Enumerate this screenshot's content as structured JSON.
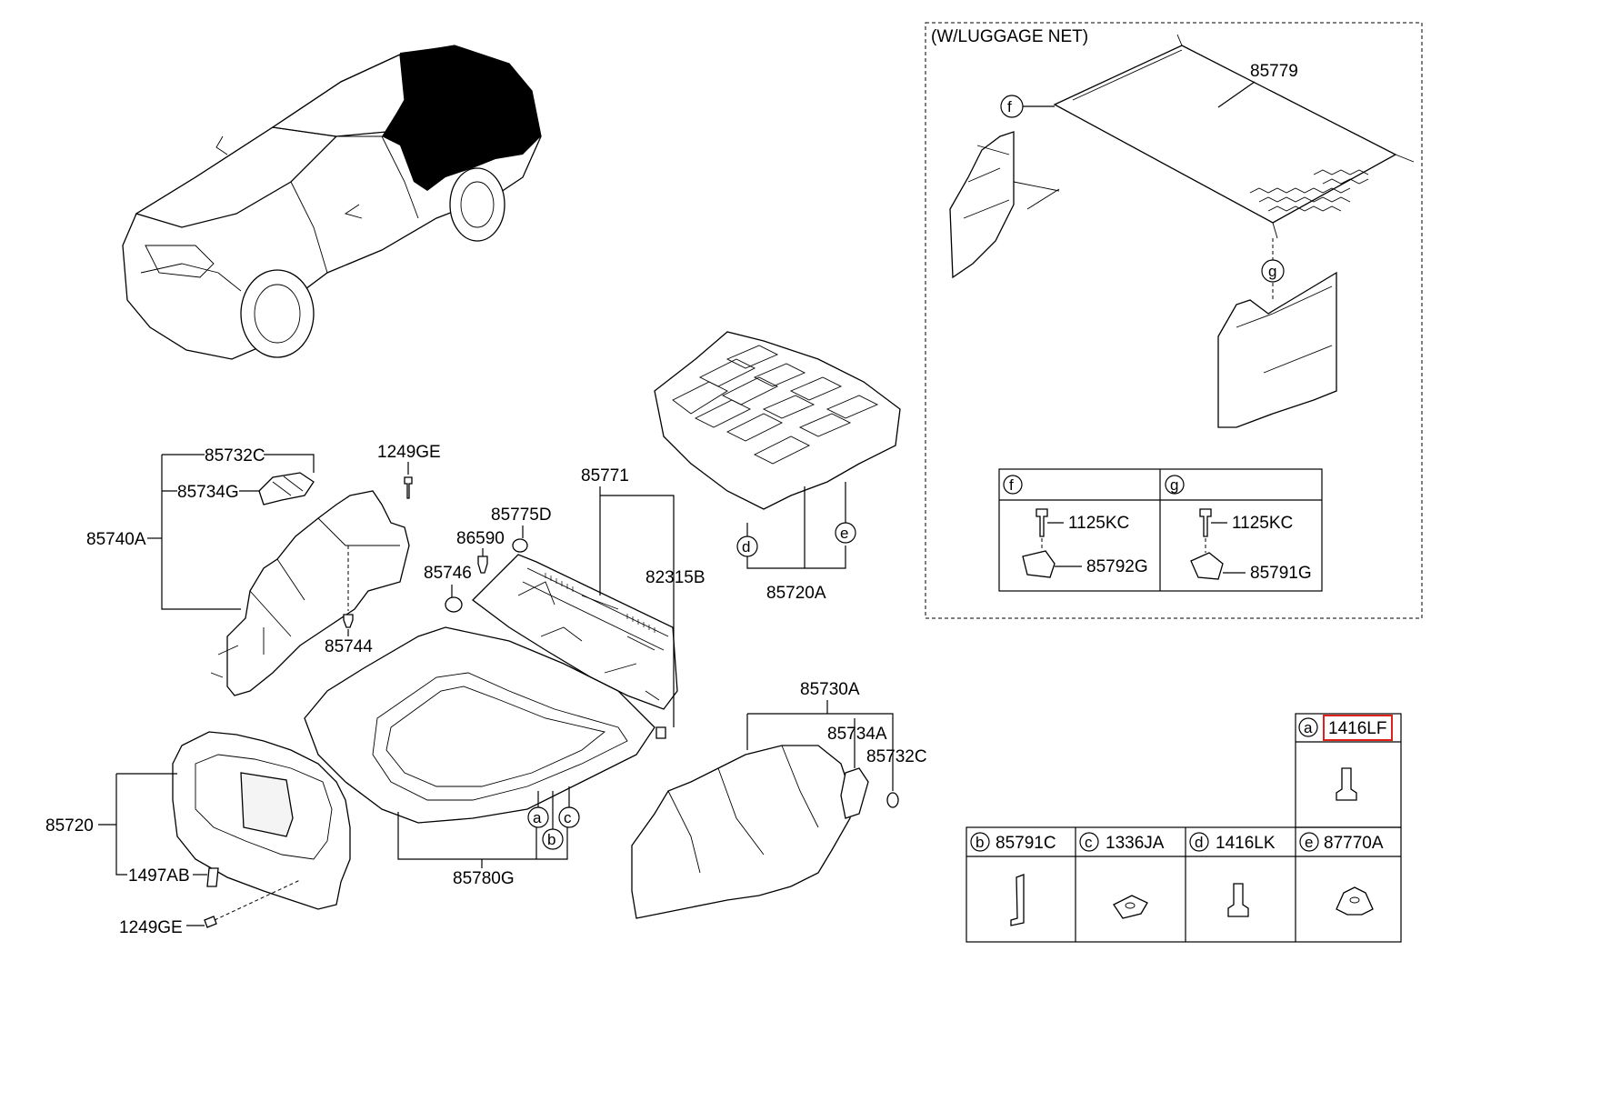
{
  "luggage_net_title": "(W/LUGGAGE NET)",
  "labels": {
    "p85779": "85779",
    "p85732C_left": "85732C",
    "p85734G": "85734G",
    "p85740A": "85740A",
    "p1249GE_top": "1249GE",
    "p85744": "85744",
    "p86590": "86590",
    "p85775D": "85775D",
    "p85746": "85746",
    "p85771": "85771",
    "p82315B": "82315B",
    "p85720A": "85720A",
    "p85730A": "85730A",
    "p85734A": "85734A",
    "p85732C_right": "85732C",
    "p85720": "85720",
    "p1497AB": "1497AB",
    "p1249GE_bottom": "1249GE",
    "p85780G": "85780G"
  },
  "callouts": [
    "a",
    "b",
    "c",
    "d",
    "e",
    "f",
    "g"
  ],
  "net_table": {
    "f_header": "f",
    "g_header": "g",
    "f_bolt": "1125KC",
    "f_clip": "85792G",
    "g_bolt": "1125KC",
    "g_clip": "85791G"
  },
  "fastener_table": {
    "a_letter": "a",
    "a_code": "1416LF",
    "b_letter": "b",
    "b_code": "85791C",
    "c_letter": "c",
    "c_code": "1336JA",
    "d_letter": "d",
    "d_code": "1416LK",
    "e_letter": "e",
    "e_code": "87770A"
  },
  "colors": {
    "lines": "#000000",
    "highlight": "#e0201a",
    "background": "#ffffff"
  }
}
